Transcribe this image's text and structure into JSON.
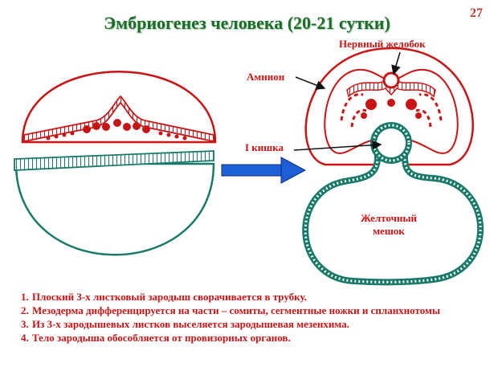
{
  "title": "Эмбриогенез человека (20-21 сутки)",
  "page_number": "27",
  "labels": {
    "neural_groove": "Нервный  желобок",
    "amnion": "Амнион",
    "primary_gut": "I кишка",
    "yolk_sac": "Желточный мешок"
  },
  "notes": [
    {
      "num": "1.",
      "text": "Плоский  3-х листковый  зародыш  сворачивается  в трубку."
    },
    {
      "num": "2.",
      "text": "Мезодерма  дифференцируется  на части – сомиты,  сегментные ножки  и спланхнотомы"
    },
    {
      "num": "3.",
      "text": "Из  3-х зародышевых  листков  выселяется  зародышевая  мезенхима."
    },
    {
      "num": "4.",
      "text": "Тело  зародыша  обособляется  от провизорных  органов."
    }
  ],
  "colors": {
    "ectoderm": "#c81414",
    "endoderm": "#1a7a6a",
    "arrow": "#1f5fd6",
    "title": "#1e6b2b"
  }
}
